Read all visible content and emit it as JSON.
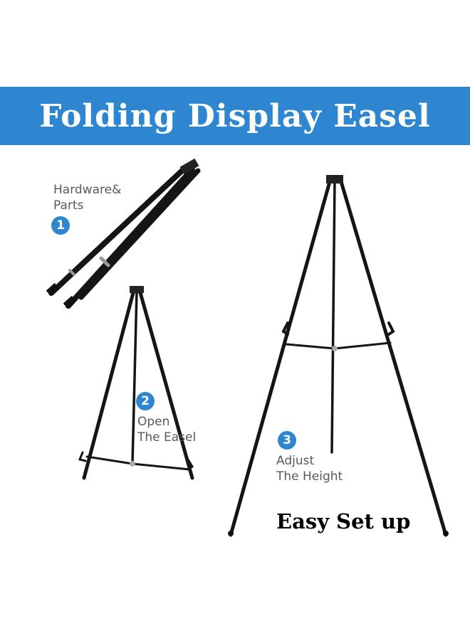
{
  "banner": {
    "title": "Folding Display Easel",
    "color": "#2e86d0"
  },
  "steps": [
    {
      "number": "1",
      "line1": "Hardware&",
      "line2": "Parts"
    },
    {
      "number": "2",
      "line1": "Open",
      "line2": "The Easel"
    },
    {
      "number": "3",
      "line1": "Adjust",
      "line2": "The Height"
    }
  ],
  "tagline": "Easy Set up",
  "images": [
    {
      "name": "folded-easel",
      "depicts": "folded black easel legs"
    },
    {
      "name": "open-easel",
      "depicts": "small black easel opened"
    },
    {
      "name": "tall-easel",
      "depicts": "tall black easel at full height"
    }
  ]
}
